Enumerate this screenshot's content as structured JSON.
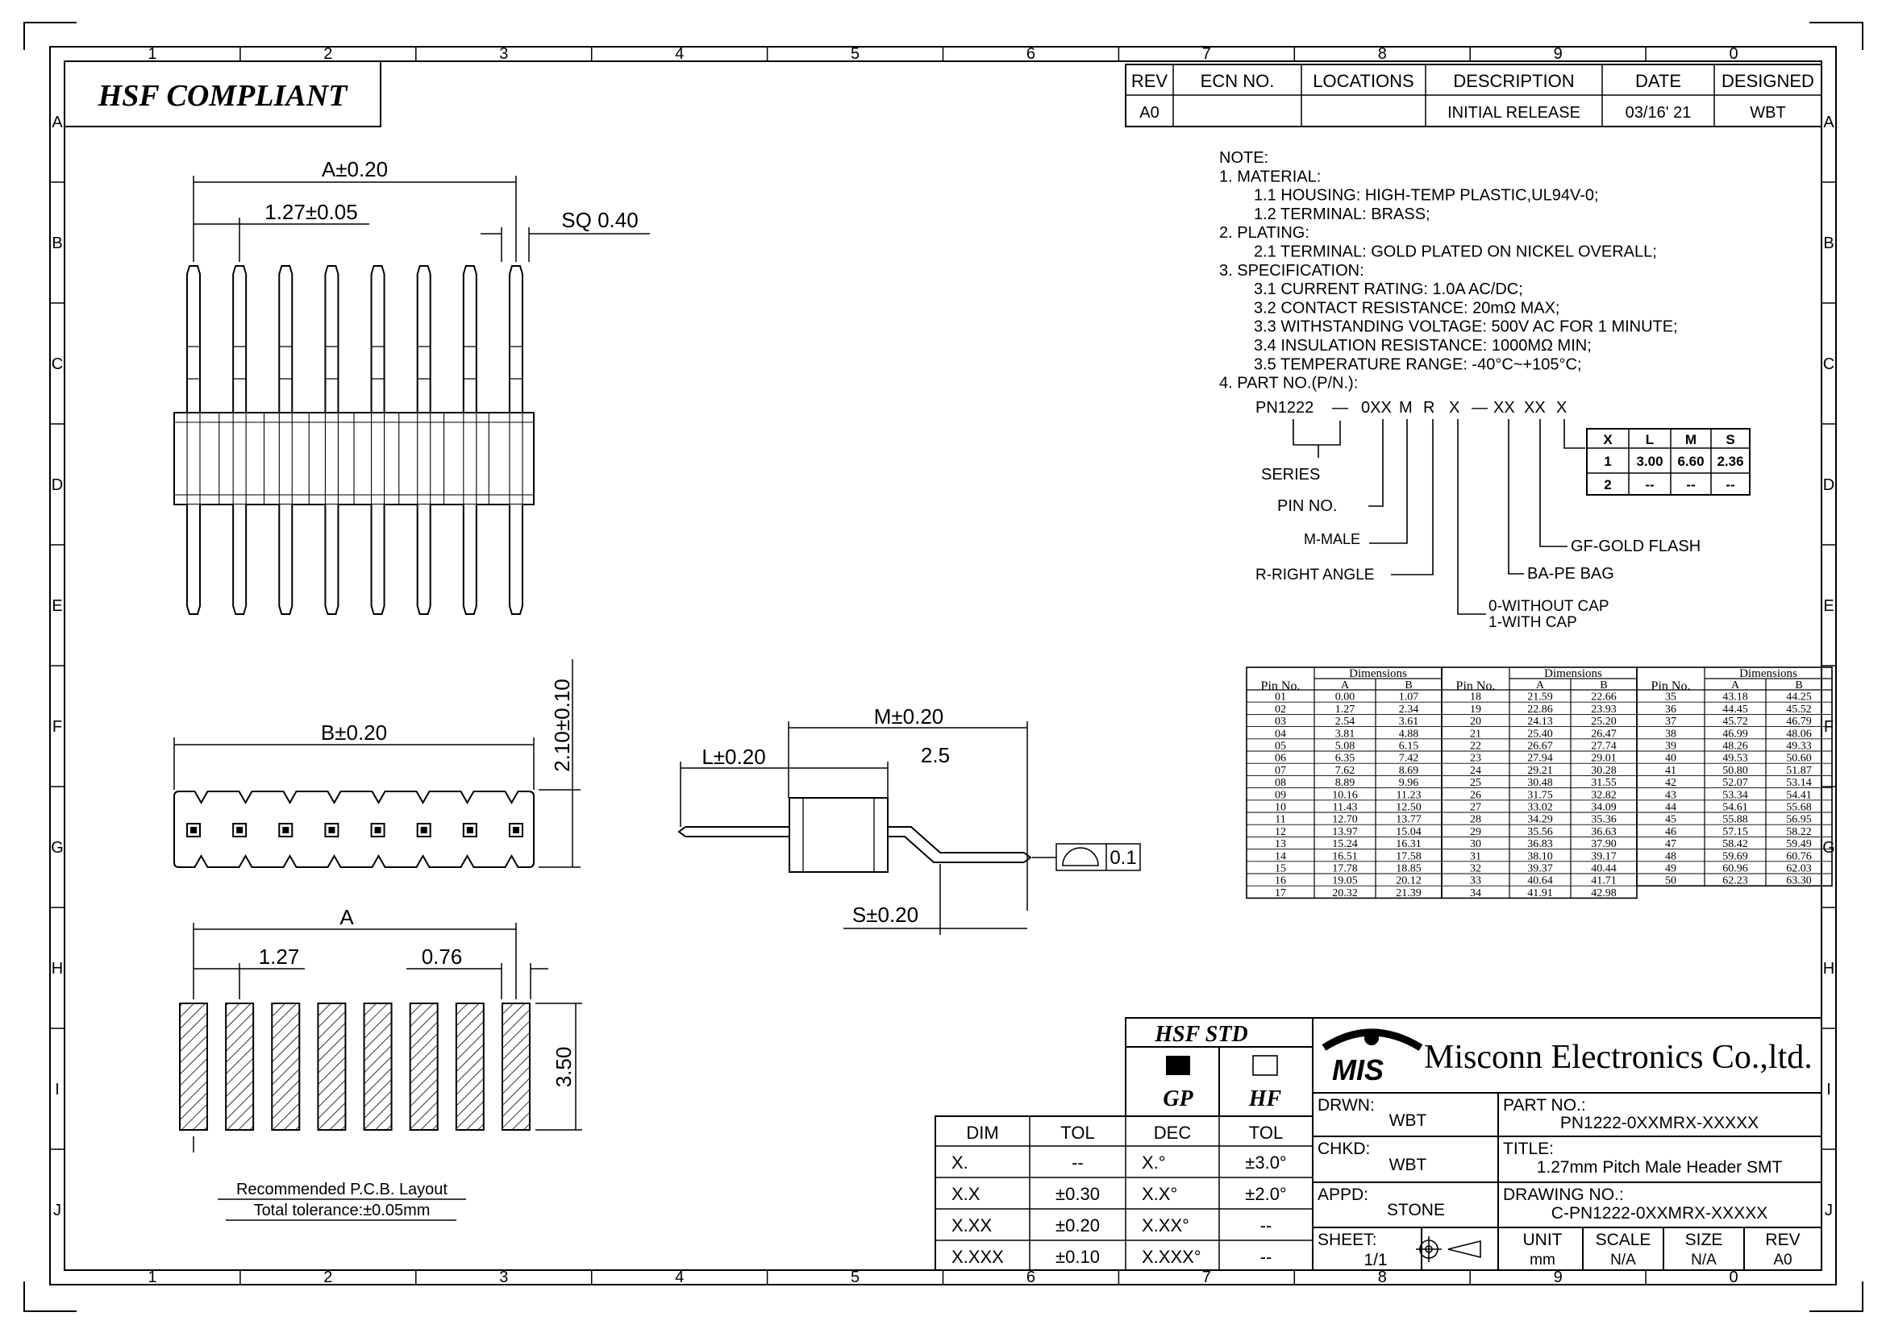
{
  "border": {
    "columns": [
      "1",
      "2",
      "3",
      "4",
      "5",
      "6",
      "7",
      "8",
      "9",
      "0"
    ],
    "rows": [
      "A",
      "B",
      "C",
      "D",
      "E",
      "F",
      "G",
      "H",
      "I",
      "J"
    ]
  },
  "hsf_compliant": "HSF COMPLIANT",
  "revision": {
    "headers": [
      "REV",
      "ECN NO.",
      "LOCATIONS",
      "DESCRIPTION",
      "DATE",
      "DESIGNED"
    ],
    "row": [
      "A0",
      "",
      "",
      "INITIAL RELEASE",
      "03/16' 21",
      "WBT"
    ]
  },
  "notes": [
    "NOTE:",
    "1. MATERIAL:",
    "1.1 HOUSING: HIGH-TEMP PLASTIC,UL94V-0;",
    "1.2 TERMINAL: BRASS;",
    "2. PLATING:",
    "2.1 TERMINAL: GOLD PLATED ON NICKEL OVERALL;",
    "3. SPECIFICATION:",
    "3.1 CURRENT RATING: 1.0A AC/DC;",
    "3.2 CONTACT   RESISTANCE: 20mΩ MAX;",
    "3.3 WITHSTANDING VOLTAGE: 500V AC FOR 1 MINUTE;",
    "3.4 INSULATION RESISTANCE: 1000MΩ MIN;",
    "3.5 TEMPERATURE RANGE:   -40°C~+105°C;",
    "4. PART NO.(P/N.):"
  ],
  "part_code": {
    "segments": [
      "PN1222",
      "—",
      "0XX",
      "M",
      "R",
      "X",
      "—",
      "XX",
      "XX",
      "X"
    ],
    "labels": {
      "series": "SERIES",
      "pin_no": "PIN NO.",
      "male": "M-MALE",
      "right_angle": "R-RIGHT ANGLE",
      "cap0": "0-WITHOUT CAP",
      "cap1": "1-WITH CAP",
      "pe_bag": "BA-PE BAG",
      "gold_flash": "GF-GOLD FLASH"
    },
    "size_table": {
      "headers": [
        "X",
        "L",
        "M",
        "S"
      ],
      "rows": [
        [
          "1",
          "3.00",
          "6.60",
          "2.36"
        ],
        [
          "2",
          "--",
          "--",
          "--"
        ]
      ]
    }
  },
  "dimensions_top": {
    "a": "A±0.20",
    "pitch": "1.27±0.05",
    "sq": "SQ 0.40"
  },
  "dimensions_side": {
    "b": "B±0.20",
    "h": "2.10±0.10"
  },
  "dimensions_profile": {
    "m": "M±0.20",
    "l": "L±0.20",
    "d25": "2.5",
    "s": "S±0.20",
    "flatness": "0.1"
  },
  "pcb": {
    "a": "A",
    "pitch": "1.27",
    "pad": "0.76",
    "height": "3.50",
    "title": "Recommended P.C.B. Layout",
    "tolerance": "Total tolerance:±0.05mm"
  },
  "pin_table": {
    "header_pin": "Pin No.",
    "header_dim": "Dimensions",
    "header_a": "A",
    "header_b": "B",
    "groups": [
      [
        [
          "01",
          "0.00",
          "1.07"
        ],
        [
          "02",
          "1.27",
          "2.34"
        ],
        [
          "03",
          "2.54",
          "3.61"
        ],
        [
          "04",
          "3.81",
          "4.88"
        ],
        [
          "05",
          "5.08",
          "6.15"
        ],
        [
          "06",
          "6.35",
          "7.42"
        ],
        [
          "07",
          "7.62",
          "8.69"
        ],
        [
          "08",
          "8.89",
          "9.96"
        ],
        [
          "09",
          "10.16",
          "11.23"
        ],
        [
          "10",
          "11.43",
          "12.50"
        ],
        [
          "11",
          "12.70",
          "13.77"
        ],
        [
          "12",
          "13.97",
          "15.04"
        ],
        [
          "13",
          "15.24",
          "16.31"
        ],
        [
          "14",
          "16.51",
          "17.58"
        ],
        [
          "15",
          "17.78",
          "18.85"
        ],
        [
          "16",
          "19.05",
          "20.12"
        ],
        [
          "17",
          "20.32",
          "21.39"
        ]
      ],
      [
        [
          "18",
          "21.59",
          "22.66"
        ],
        [
          "19",
          "22.86",
          "23.93"
        ],
        [
          "20",
          "24.13",
          "25.20"
        ],
        [
          "21",
          "25.40",
          "26.47"
        ],
        [
          "22",
          "26.67",
          "27.74"
        ],
        [
          "23",
          "27.94",
          "29.01"
        ],
        [
          "24",
          "29.21",
          "30.28"
        ],
        [
          "25",
          "30.48",
          "31.55"
        ],
        [
          "26",
          "31.75",
          "32.82"
        ],
        [
          "27",
          "33.02",
          "34.09"
        ],
        [
          "28",
          "34.29",
          "35.36"
        ],
        [
          "29",
          "35.56",
          "36.63"
        ],
        [
          "30",
          "36.83",
          "37.90"
        ],
        [
          "31",
          "38.10",
          "39.17"
        ],
        [
          "32",
          "39.37",
          "40.44"
        ],
        [
          "33",
          "40.64",
          "41.71"
        ],
        [
          "34",
          "41.91",
          "42.98"
        ]
      ],
      [
        [
          "35",
          "43.18",
          "44.25"
        ],
        [
          "36",
          "44.45",
          "45.52"
        ],
        [
          "37",
          "45.72",
          "46.79"
        ],
        [
          "38",
          "46.99",
          "48.06"
        ],
        [
          "39",
          "48.26",
          "49.33"
        ],
        [
          "40",
          "49.53",
          "50.60"
        ],
        [
          "41",
          "50.80",
          "51.87"
        ],
        [
          "42",
          "52.07",
          "53.14"
        ],
        [
          "43",
          "53.34",
          "54.41"
        ],
        [
          "44",
          "54.61",
          "55.68"
        ],
        [
          "45",
          "55.88",
          "56.95"
        ],
        [
          "46",
          "57.15",
          "58.22"
        ],
        [
          "47",
          "58.42",
          "59.49"
        ],
        [
          "48",
          "59.69",
          "60.76"
        ],
        [
          "49",
          "60.96",
          "62.03"
        ],
        [
          "50",
          "62.23",
          "63.30"
        ]
      ]
    ]
  },
  "tolerance_table": {
    "headers": [
      "DIM",
      "TOL",
      "DEC",
      "TOL"
    ],
    "rows": [
      [
        "X.",
        "--",
        "X.°",
        "±3.0°"
      ],
      [
        "X.X",
        "±0.30",
        "X.X°",
        "±2.0°"
      ],
      [
        "X.XX",
        "±0.20",
        "X.XX°",
        "--"
      ],
      [
        "X.XXX",
        "±0.10",
        "X.XXX°",
        "--"
      ]
    ]
  },
  "hsf_std": {
    "title": "HSF STD",
    "gp": "GP",
    "hf": "HF"
  },
  "title_block": {
    "logo": "MIS",
    "company": "Misconn Electronics Co.,ltd.",
    "drwn_label": "DRWN:",
    "drwn": "WBT",
    "chkd_label": "CHKD:",
    "chkd": "WBT",
    "appd_label": "APPD:",
    "appd": "STONE",
    "sheet_label": "SHEET:",
    "sheet": "1/1",
    "part_label": "PART NO.:",
    "part": "PN1222-0XXMRX-XXXXX",
    "title_label": "TITLE:",
    "title": "1.27mm Pitch Male Header SMT",
    "drawing_label": "DRAWING NO.:",
    "drawing": "C-PN1222-0XXMRX-XXXXX",
    "unit_label": "UNIT",
    "unit": "mm",
    "scale_label": "SCALE",
    "scale": "N/A",
    "size_label": "SIZE",
    "size": "N/A",
    "rev_label": "REV",
    "rev": "A0"
  }
}
